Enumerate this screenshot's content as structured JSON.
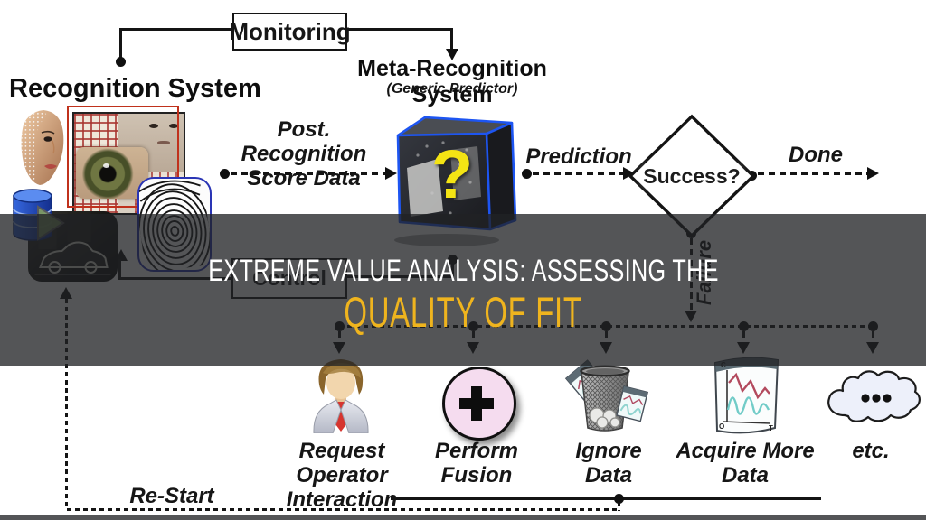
{
  "header": {
    "monitoring": "Monitoring",
    "recognition_system": "Recognition System",
    "meta_recognition": "Meta-Recognition System",
    "generic_predictor": "(Generic Predictor)"
  },
  "flow": {
    "post_recognition_line1": "Post. Recognition",
    "post_recognition_line2": "Score Data",
    "prediction": "Prediction",
    "success": "Success?",
    "done": "Done",
    "failure": "Failure",
    "control": "Control",
    "question_mark": "?",
    "restart": "Re-Start"
  },
  "banner": {
    "line1": "EXTREME VALUE ANALYSIS: ASSESSING THE",
    "line2": "QUALITY OF FIT",
    "overlay_color": "rgba(33,34,36,0.77)",
    "line1_color": "#ffffff",
    "line2_color": "#efb41e"
  },
  "actions": [
    {
      "icon": "operator-icon",
      "label_line1": "Request Operator",
      "label_line2": "Interaction"
    },
    {
      "icon": "plus-icon",
      "label_line1": "Perform",
      "label_line2": "Fusion"
    },
    {
      "icon": "trash-icon",
      "label_line1": "Ignore",
      "label_line2": "Data"
    },
    {
      "icon": "chart-paper-icon",
      "label_line1": "Acquire More",
      "label_line2": "Data"
    },
    {
      "icon": "cloud-icon",
      "label_line1": "etc.",
      "label_line2": ""
    }
  ],
  "colors": {
    "wireframe_blue": "#1d55f2",
    "fingerprint_frame_blue": "#2a35b5",
    "collage_frame_red": "#c0311c",
    "question_yellow": "#f4e414",
    "fusion_pink": "#f5dcef",
    "tie_red": "#d6352f"
  }
}
